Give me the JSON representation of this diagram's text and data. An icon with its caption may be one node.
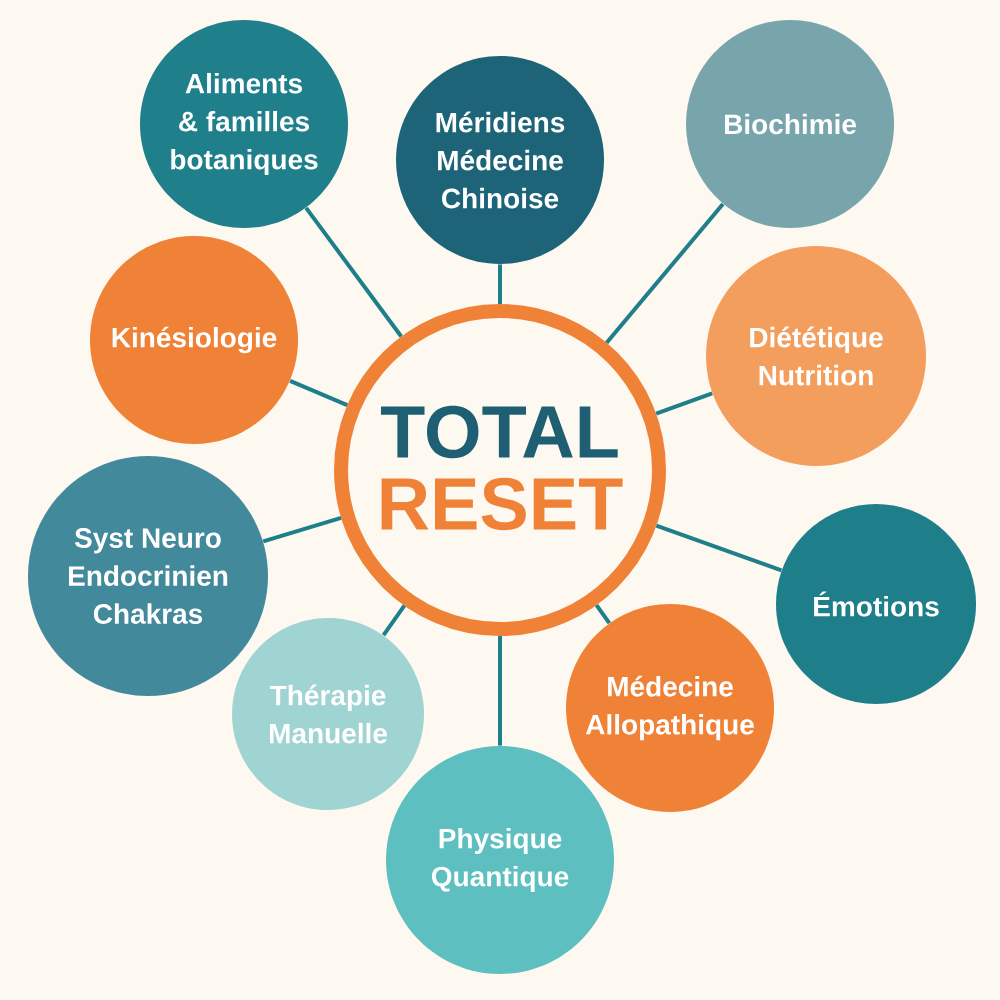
{
  "diagram": {
    "nodes": [
      {
        "text": [
          "TOTAL",
          "RESET"
        ]
      },
      {
        "text": [
          "Aliments & familles botaniques"
        ]
      },
      {
        "text": [
          "Méridiens Médecine Chinoise"
        ]
      },
      {
        "text": [
          "Biochimie"
        ]
      },
      {
        "text": [
          "Diététique Nutrition"
        ]
      },
      {
        "text": [
          "Émotions"
        ]
      },
      {
        "text": [
          "Médecine Allopathique"
        ]
      },
      {
        "text": [
          "Physique Quantique"
        ]
      },
      {
        "text": [
          "Thérapie Manuelle"
        ]
      },
      {
        "text": [
          "Syst Neuro Endocrinien Chakras"
        ]
      },
      {
        "text": [
          "Kinésiologie"
        ]
      }
    ],
    "edges": [
      {
        "from": 0,
        "to": 1,
        "arrow": "none"
      },
      {
        "from": 0,
        "to": 2,
        "arrow": "none"
      },
      {
        "from": 0,
        "to": 3,
        "arrow": "none"
      },
      {
        "from": 0,
        "to": 4,
        "arrow": "none"
      },
      {
        "from": 0,
        "to": 5,
        "arrow": "none"
      },
      {
        "from": 0,
        "to": 6,
        "arrow": "none"
      },
      {
        "from": 0,
        "to": 7,
        "arrow": "none"
      },
      {
        "from": 0,
        "to": 8,
        "arrow": "none"
      },
      {
        "from": 0,
        "to": 9,
        "arrow": "none"
      },
      {
        "from": 0,
        "to": 10,
        "arrow": "none"
      }
    ]
  }
}
